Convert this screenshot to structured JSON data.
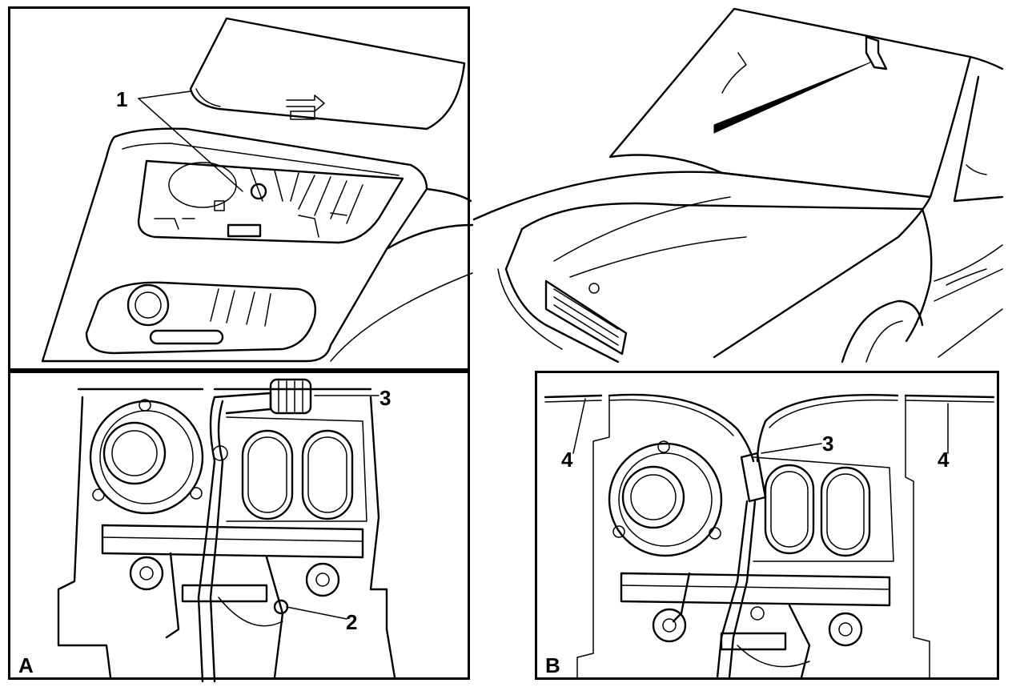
{
  "callouts": {
    "c1": "1",
    "c2": "2",
    "c3a": "3",
    "c3b": "3",
    "c4left": "4",
    "c4right": "4"
  },
  "panels": {
    "a_label": "A",
    "b_label": "B"
  },
  "colors": {
    "ink": "#000000",
    "paper": "#ffffff"
  }
}
